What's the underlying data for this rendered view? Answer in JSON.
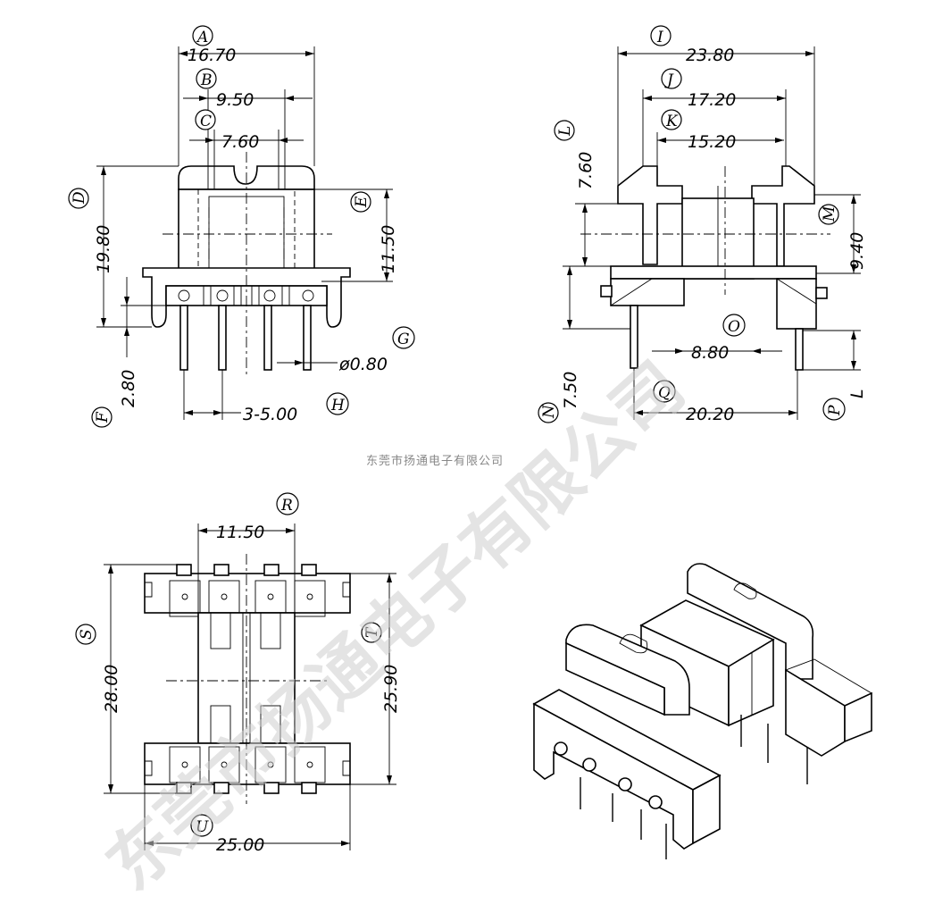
{
  "company_line": "东莞市扬通电子有限公司",
  "watermark": "东莞市扬通电子有限公司",
  "view1": {
    "dims": [
      {
        "letter": "A",
        "value": "16.70"
      },
      {
        "letter": "B",
        "value": "9.50"
      },
      {
        "letter": "C",
        "value": "7.60"
      },
      {
        "letter": "D",
        "value": "19.80"
      },
      {
        "letter": "E",
        "value": "11.50"
      },
      {
        "letter": "F",
        "value": "2.80"
      },
      {
        "letter": "G",
        "value": "ø0.80"
      },
      {
        "letter": "H",
        "value": "3-5.00"
      }
    ]
  },
  "view2": {
    "dims": [
      {
        "letter": "I",
        "value": "23.80"
      },
      {
        "letter": "J",
        "value": "17.20"
      },
      {
        "letter": "K",
        "value": "15.20"
      },
      {
        "letter": "L",
        "value": "7.60"
      },
      {
        "letter": "M",
        "value": "9.40"
      },
      {
        "letter": "N",
        "value": "7.50"
      },
      {
        "letter": "O",
        "value": "8.80"
      },
      {
        "letter": "P",
        "value": "L"
      },
      {
        "letter": "Q",
        "value": "20.20"
      }
    ]
  },
  "view3": {
    "dims": [
      {
        "letter": "R",
        "value": "11.50"
      },
      {
        "letter": "S",
        "value": "28.00"
      },
      {
        "letter": "T",
        "value": "25.90"
      },
      {
        "letter": "U",
        "value": "25.00"
      }
    ]
  }
}
